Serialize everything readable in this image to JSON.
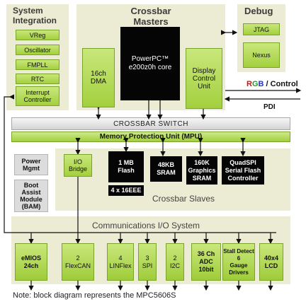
{
  "system_integration": {
    "title": "System\nIntegration",
    "items": [
      "VReg",
      "Oscillator",
      "FMPLL",
      "RTC",
      "Interrupt\nController"
    ]
  },
  "crossbar_masters": {
    "title": "Crossbar\nMasters",
    "dma": "16ch\nDMA",
    "core": "PowerPC™\ne200z0h core",
    "display": "Display\nControl\nUnit"
  },
  "debug": {
    "title": "Debug",
    "jtag": "JTAG",
    "nexus": "Nexus"
  },
  "outputs": {
    "rgb": "RGB",
    "separator": " / ",
    "control": "Control",
    "pdi": "PDI"
  },
  "crossbar_switch": "CROSSBAR SWITCH",
  "mpu": "Memory Protection Unit (MPU)",
  "crossbar_slaves": {
    "title": "Crossbar Slaves",
    "io_bridge": "I/O\nBridge",
    "flash": "1 MB\nFlash",
    "eee": "4 x 16EEE",
    "sram": "48KB\nSRAM",
    "graphics_sram": "160K\nGraphics\nSRAM",
    "quadspi": "QuadSPI\nSerial Flash\nController"
  },
  "standalone": {
    "power": "Power\nMgmt",
    "bam": "Boot\nAssist\nModule\n(BAM)"
  },
  "comm_io": {
    "title": "Communications  I/O  System",
    "modules": [
      "eMIOS\n24ch",
      "2\nFlexCAN",
      "4\nLINFlex",
      "3\nSPI",
      "2\nI2C",
      "36 Ch\nADC\n10bit",
      "Stall Detect\n6\nGauge\nDrivers",
      "40x4\nLCD"
    ]
  },
  "note": "Note: block diagram represents the MPC5606S",
  "colors": {
    "region": "#ecebd3",
    "green": "#a3d03e",
    "black": "#050505",
    "rgb_red": "#cc1111",
    "rgb_green": "#229922",
    "rgb_blue": "#2233cc"
  }
}
